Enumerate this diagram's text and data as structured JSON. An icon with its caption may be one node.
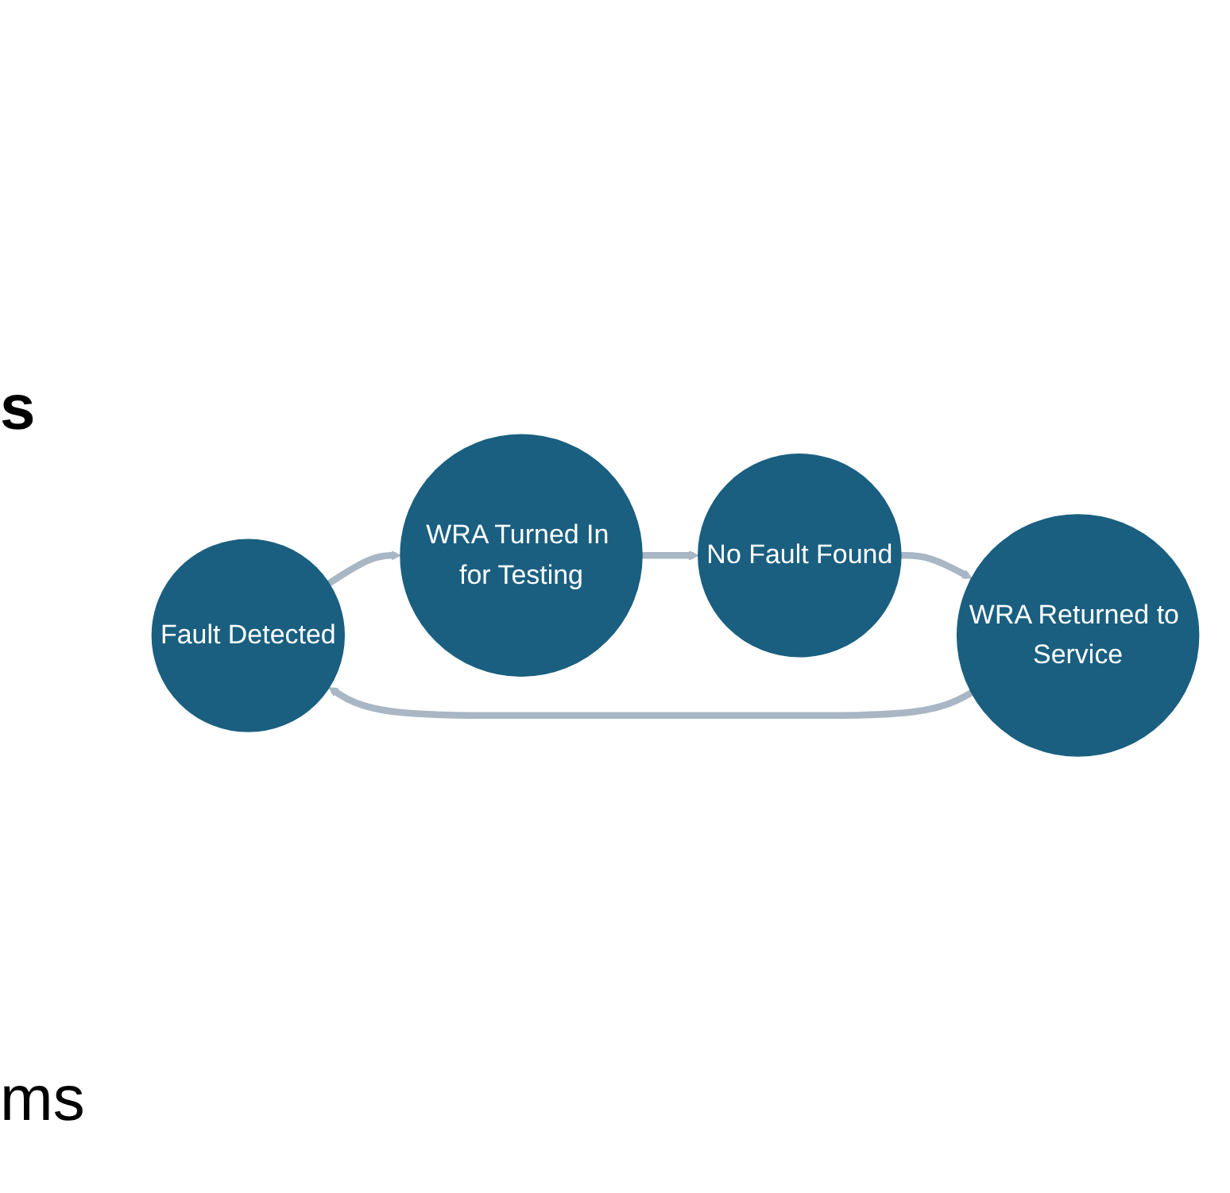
{
  "diagram": {
    "nodes": [
      {
        "text": [
          "Fault Detected"
        ]
      },
      {
        "text": [
          "WRA Turned In for Testing"
        ]
      },
      {
        "text": [
          "No Fault Found"
        ]
      },
      {
        "text": [
          "WRA Returned to Service"
        ]
      }
    ],
    "edges": [
      {
        "from": 0,
        "to": 1,
        "arrow": "to"
      },
      {
        "from": 1,
        "to": 2,
        "arrow": "to"
      },
      {
        "from": 2,
        "to": 3,
        "arrow": "to"
      },
      {
        "from": 3,
        "to": 0,
        "arrow": "to"
      }
    ],
    "labels": [
      "s",
      "ms"
    ]
  }
}
